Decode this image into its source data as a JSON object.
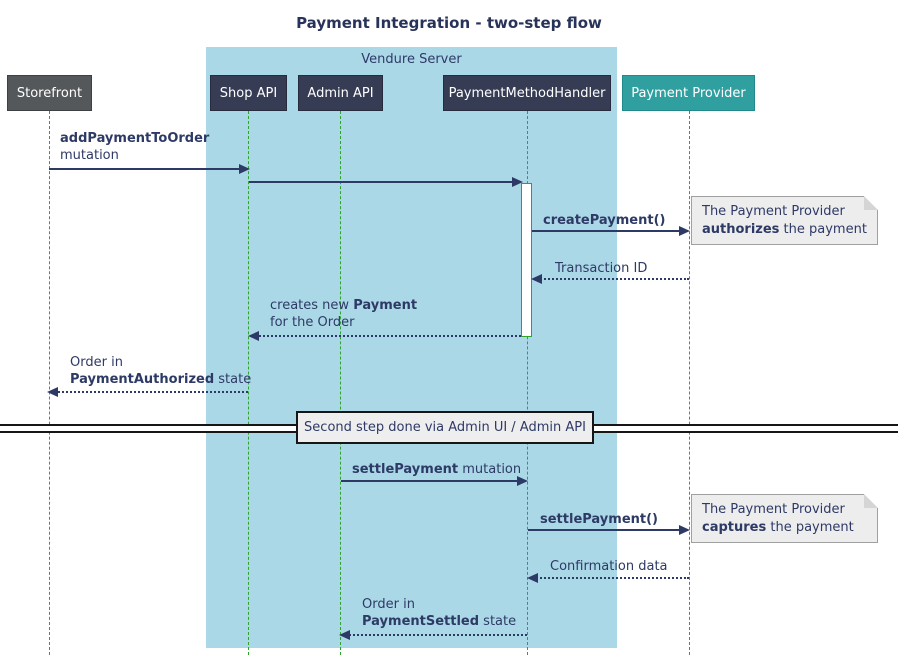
{
  "title": "Payment Integration - two-step flow",
  "frame": {
    "label": "Vendure Server"
  },
  "participants": [
    {
      "id": "storefront",
      "label": "Storefront"
    },
    {
      "id": "shop-api",
      "label": "Shop API"
    },
    {
      "id": "admin-api",
      "label": "Admin API"
    },
    {
      "id": "payment-method-handler",
      "label": "PaymentMethodHandler"
    },
    {
      "id": "payment-provider",
      "label": "Payment Provider"
    }
  ],
  "messages": {
    "add_payment": {
      "bold": "addPaymentToOrder",
      "rest": "mutation"
    },
    "create_payment": {
      "label": "createPayment()"
    },
    "transaction_id": {
      "label": "Transaction ID"
    },
    "creates_payment": {
      "pre": "creates new ",
      "bold": "Payment",
      "line2": "for the Order"
    },
    "order_authorized": {
      "line1": "Order in",
      "bold": "PaymentAuthorized",
      "rest": " state"
    },
    "settle_mutation": {
      "bold": "settlePayment",
      "rest": " mutation"
    },
    "settle_call": {
      "label": "settlePayment()"
    },
    "confirmation": {
      "label": "Confirmation data"
    },
    "order_settled": {
      "line1": "Order in",
      "bold": "PaymentSettled",
      "rest": " state"
    }
  },
  "notes": {
    "authorize": {
      "line1": "The Payment Provider",
      "bold": "authorizes",
      "rest": " the payment"
    },
    "capture": {
      "line1": "The Payment Provider",
      "bold": "captures",
      "rest": " the payment"
    }
  },
  "divider": {
    "label": "Second step done via Admin UI / Admin API"
  },
  "colors": {
    "message_text": "#2E3A66",
    "participant_navy": "#373C55",
    "participant_gray": "#55585A",
    "participant_teal": "#2F9FA0",
    "lifeline_green": "#2FA42D",
    "frame_lightblue": "#ABD8E7",
    "note_background": "#EDEDED"
  }
}
